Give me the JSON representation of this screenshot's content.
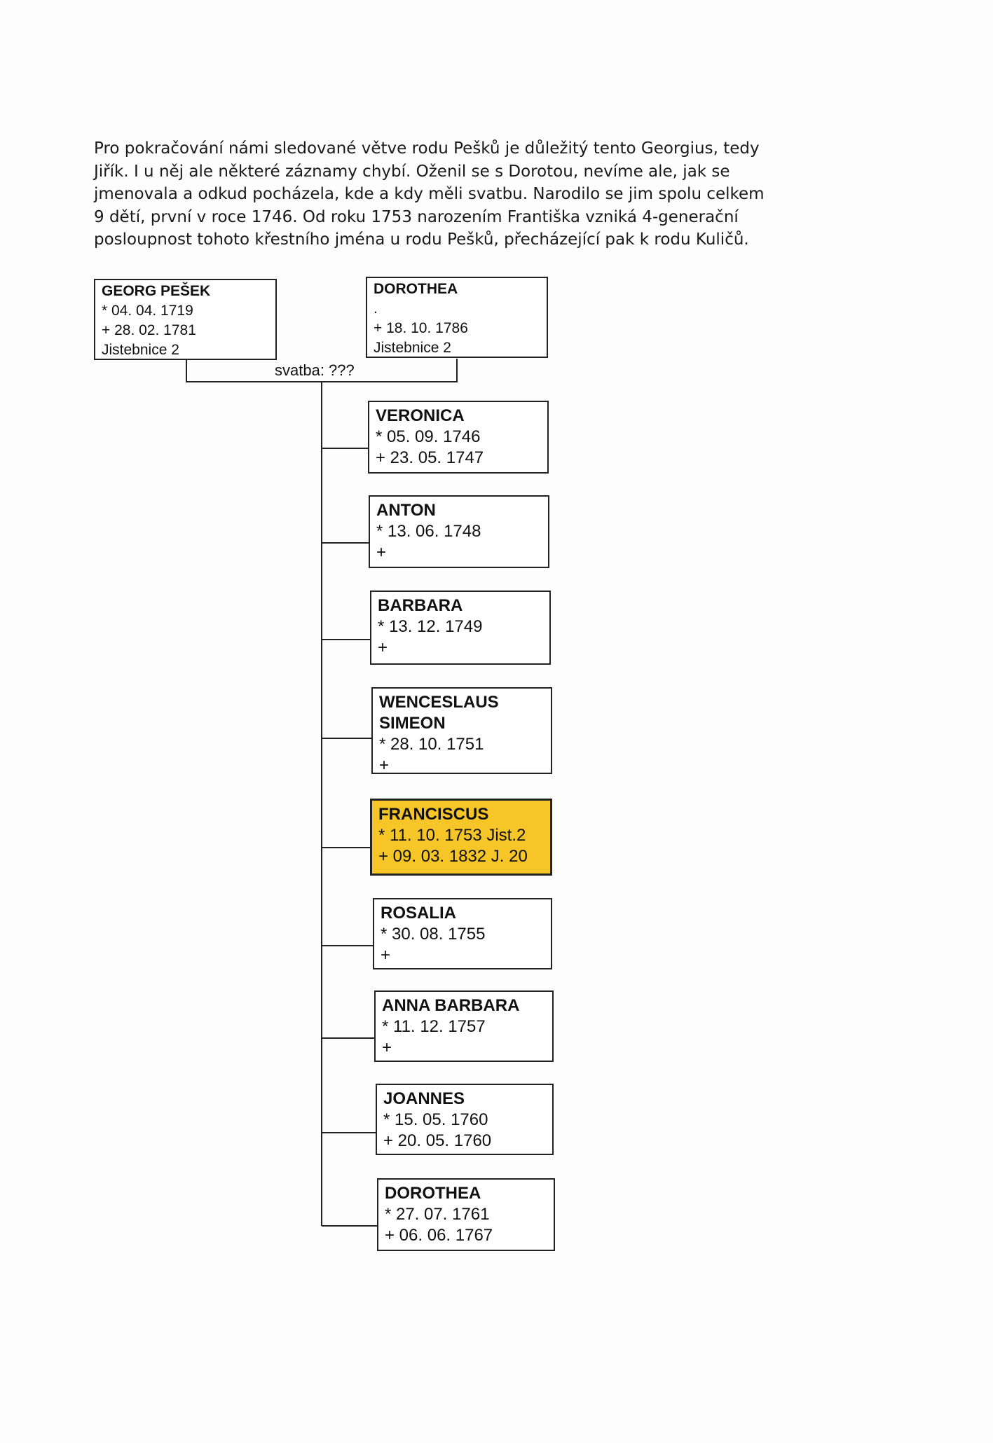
{
  "intro": [
    "Pro pokračování námi sledované větve rodu Pešků je důležitý tento Georgius, tedy",
    "Jiřík. I u něj ale některé záznamy chybí. Oženil se s Dorotou, nevíme ale, jak se",
    "jmenovala a odkud pocházela, kde a kdy měli svatbu. Narodilo se jim spolu celkem",
    "9 dětí, první v roce 1746. Od roku 1753 narozením Františka vzniká 4-generační",
    "posloupnost tohoto křestního jména u rodu Pešků, přecházející pak k rodu Kuličů."
  ],
  "father": {
    "name": "GEORG  PEŠEK",
    "lines": [
      "* 04. 04. 1719",
      "+ 28. 02. 1781",
      "Jistebnice 2"
    ]
  },
  "mother": {
    "name": "DOROTHEA",
    "lines": [
      ".",
      "+  18. 10. 1786",
      "Jistebnice 2"
    ]
  },
  "wedding": "svatba:  ???",
  "highlight_color": "#f6c528",
  "children": [
    {
      "name": "VERONICA",
      "lines": [
        "* 05. 09. 1746",
        "+ 23. 05. 1747"
      ]
    },
    {
      "name": "ANTON",
      "lines": [
        "* 13. 06. 1748",
        "+"
      ]
    },
    {
      "name": "BARBARA",
      "lines": [
        "* 13. 12. 1749",
        "+"
      ]
    },
    {
      "name": "WENCESLAUS",
      "name2": "SIMEON",
      "lines": [
        "* 28. 10. 1751",
        "+"
      ]
    },
    {
      "name": "FRANCISCUS",
      "lines": [
        "* 11. 10. 1753 Jist.2",
        "+ 09. 03. 1832 J. 20"
      ],
      "highlight": true
    },
    {
      "name": "ROSALIA",
      "lines": [
        "* 30. 08. 1755",
        "+"
      ]
    },
    {
      "name": "ANNA BARBARA",
      "lines": [
        "* 11. 12. 1757",
        "+"
      ]
    },
    {
      "name": "JOANNES",
      "lines": [
        "* 15. 05. 1760",
        "+ 20. 05. 1760"
      ]
    },
    {
      "name": "DOROTHEA",
      "lines": [
        "* 27. 07. 1761",
        "+ 06. 06. 1767"
      ]
    }
  ]
}
